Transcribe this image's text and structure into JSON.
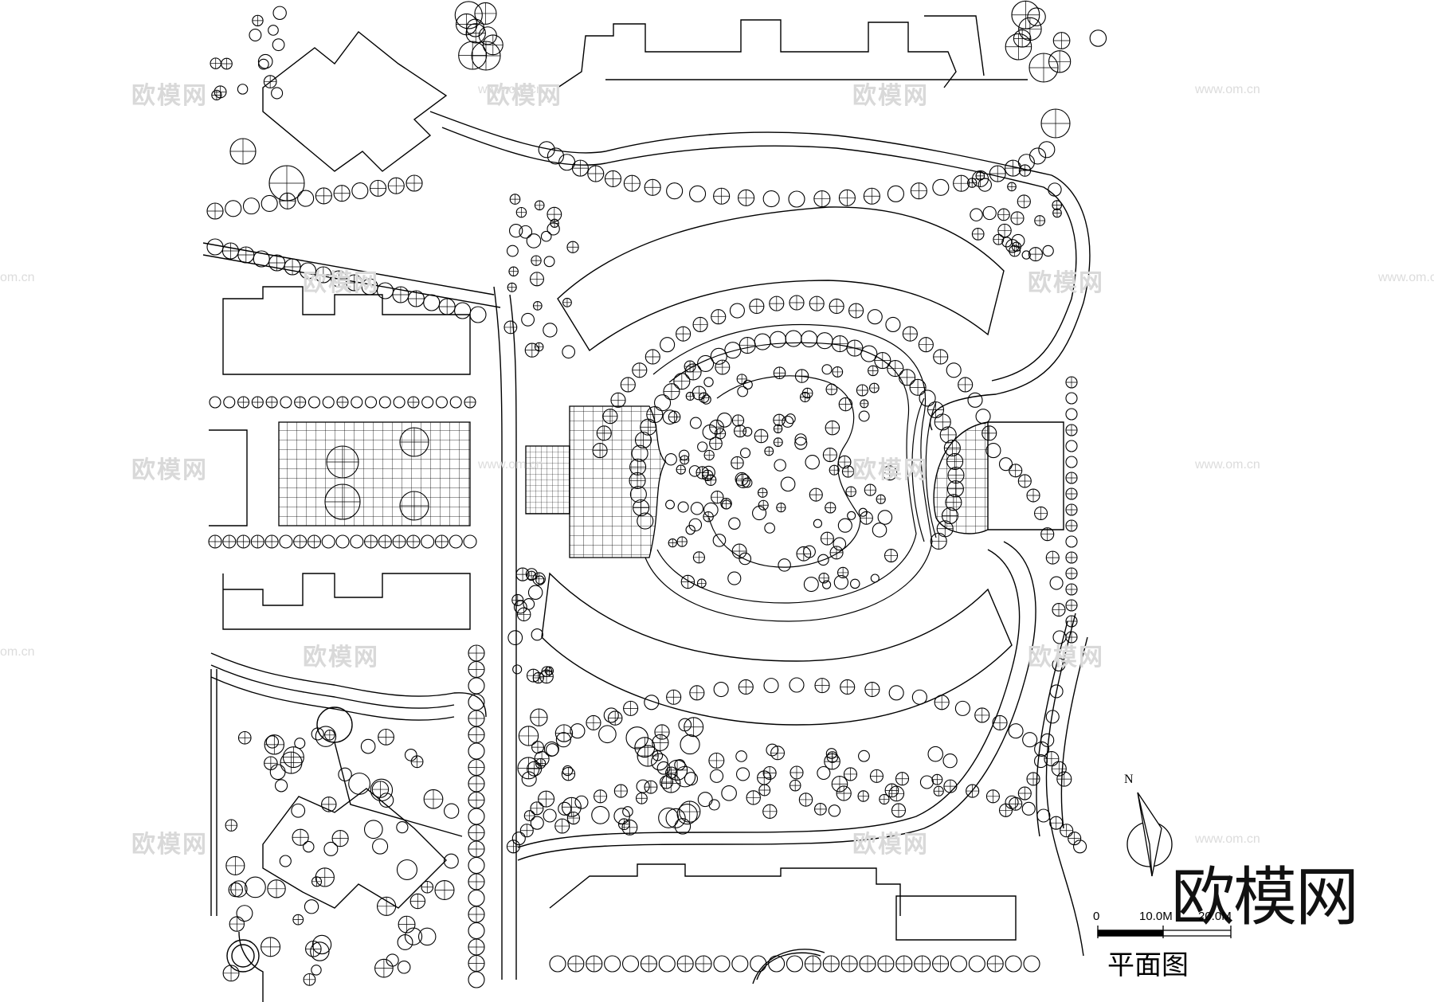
{
  "drawing": {
    "title": "平面图",
    "north_label": "N",
    "scale_bar": {
      "labels": [
        "0",
        "10.0M",
        "20.0M"
      ]
    },
    "brand_watermark": "欧模网",
    "faint_watermarks": [
      "欧模网",
      "www.om.cn",
      "om.cn"
    ]
  },
  "colors": {
    "line": "#000000",
    "background": "#ffffff",
    "watermark": "#d9d9d9"
  }
}
